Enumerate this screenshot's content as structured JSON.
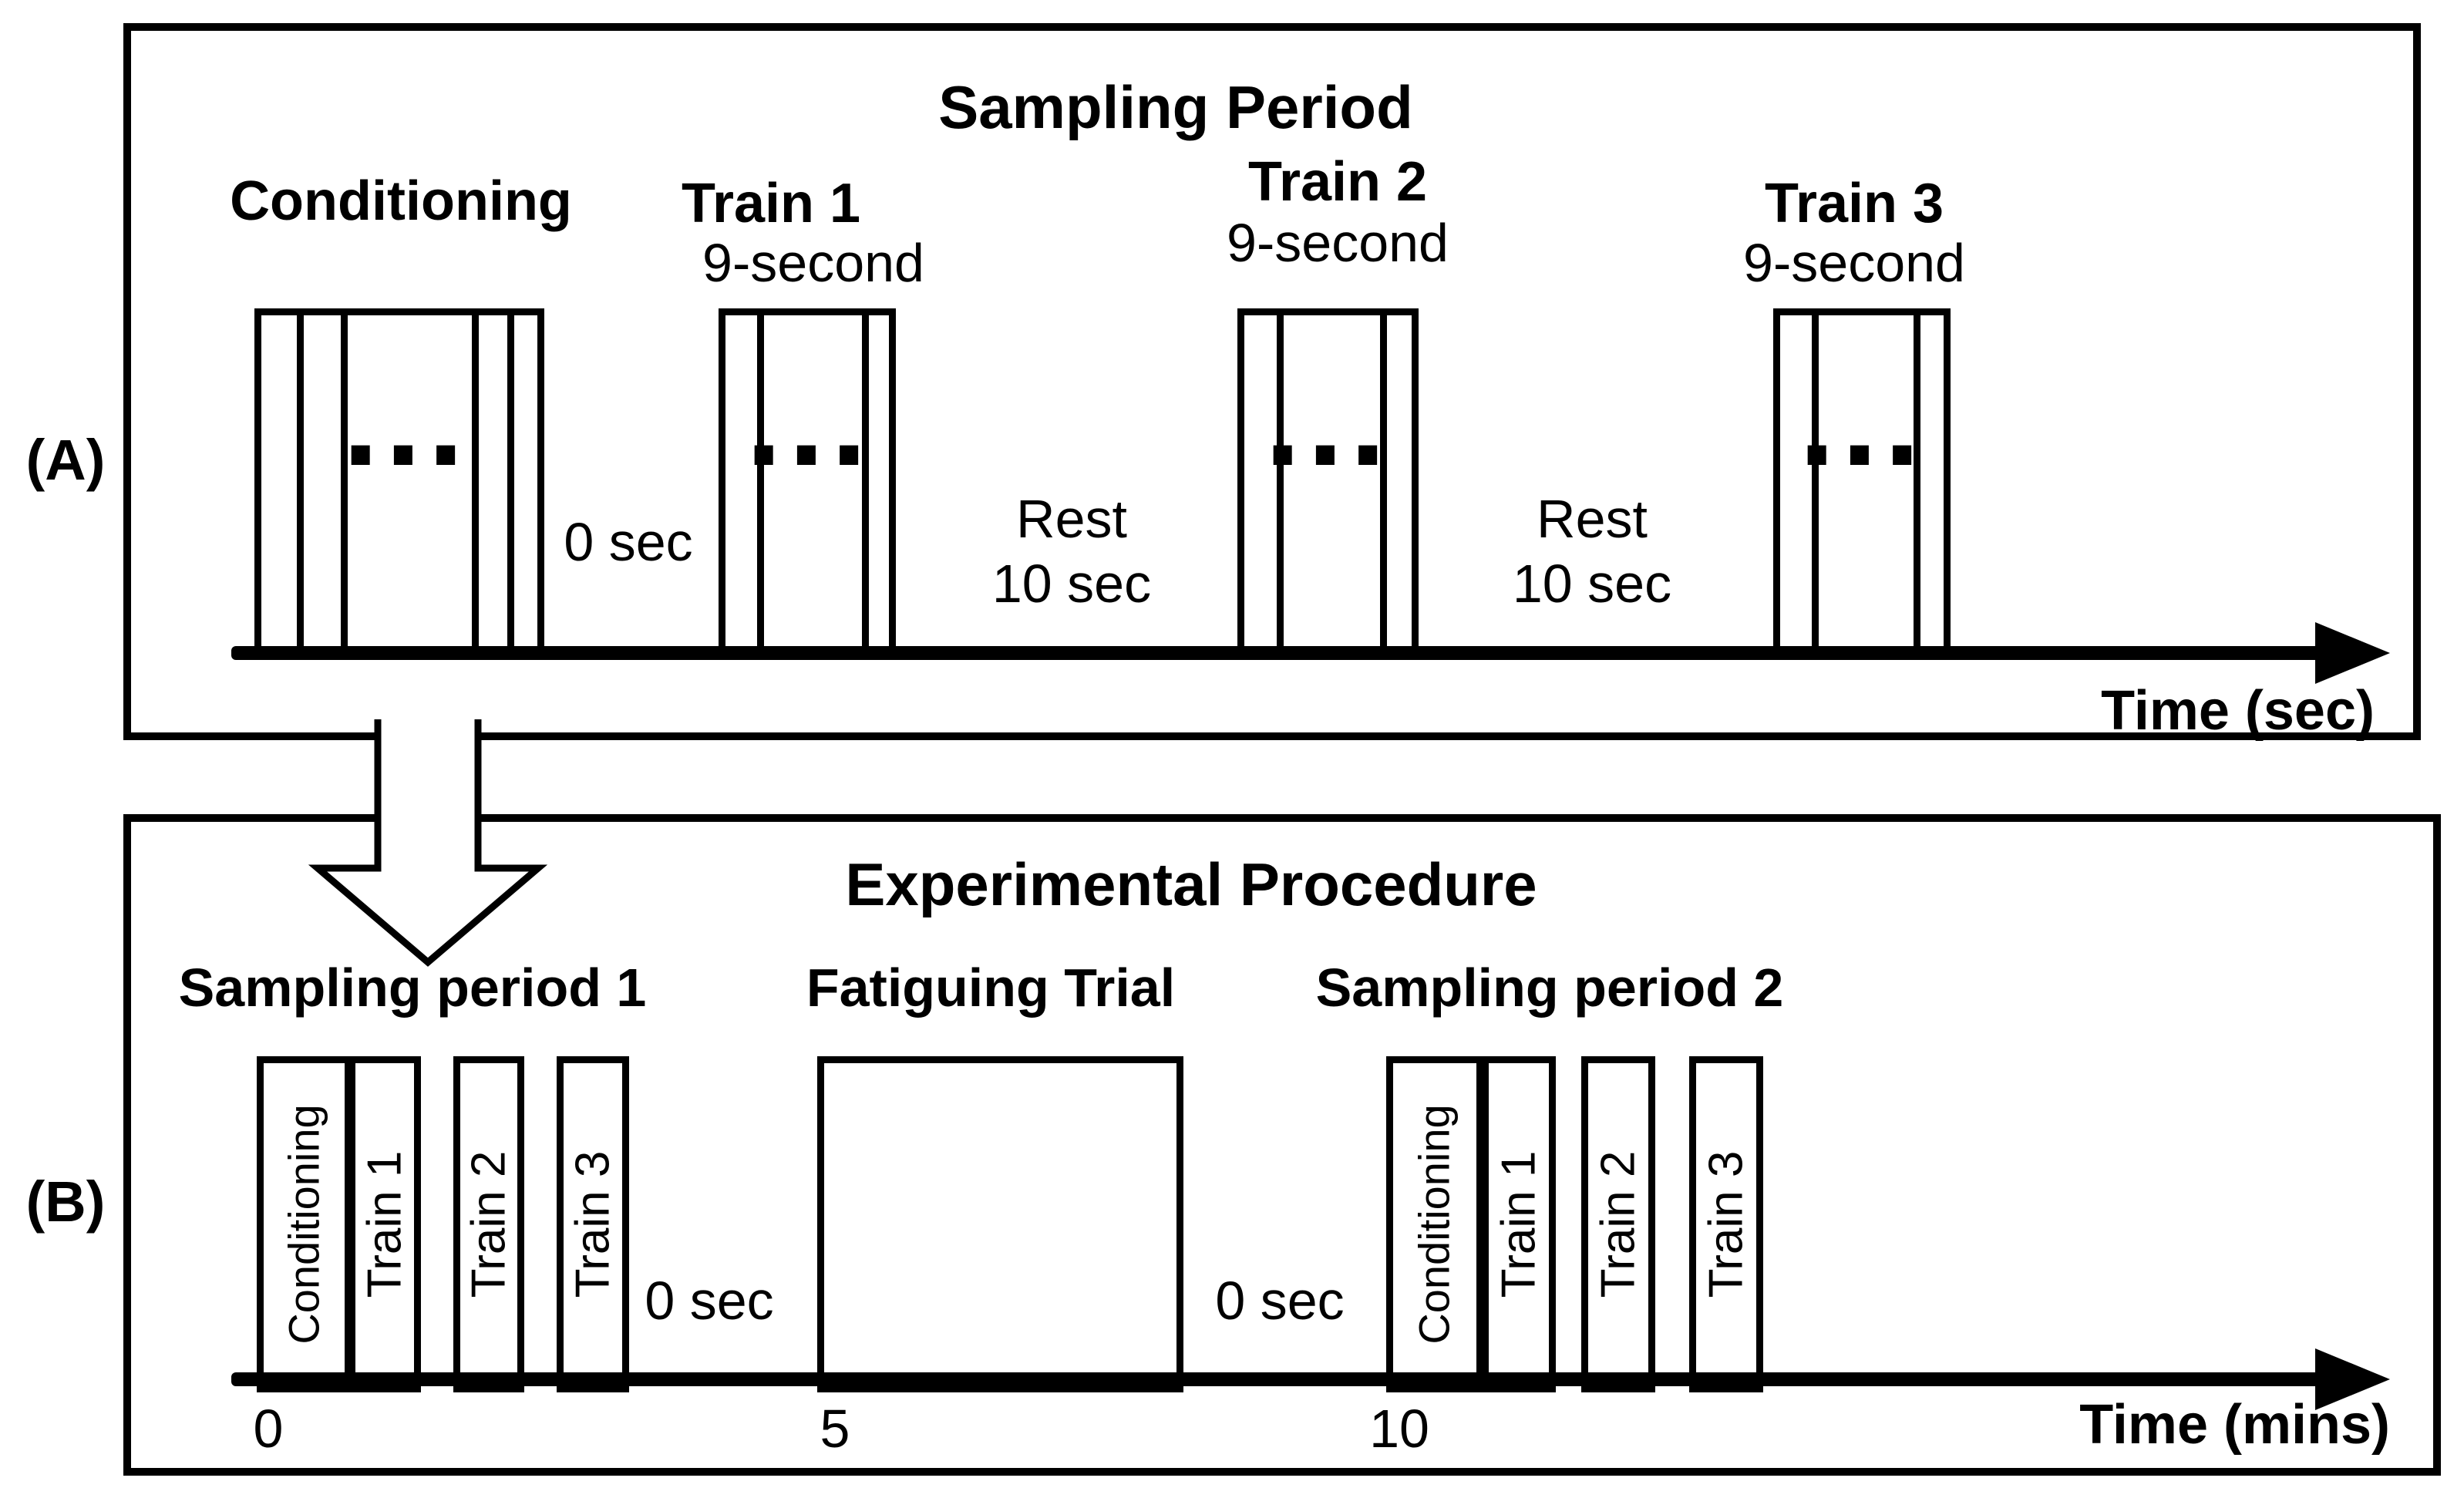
{
  "colors": {
    "ink": "#000000",
    "paper": "#ffffff"
  },
  "panel_a": {
    "tag": "(A)",
    "title": "Sampling Period",
    "conditioning": {
      "label": "Conditioning",
      "ellipsis": "..."
    },
    "trains": [
      {
        "label": "Train 1",
        "duration": "9-second",
        "ellipsis": "..."
      },
      {
        "label": "Train 2",
        "duration": "9-second",
        "ellipsis": "..."
      },
      {
        "label": "Train 3",
        "duration": "9-second",
        "ellipsis": "..."
      }
    ],
    "zero_label": "0 sec",
    "rests": [
      {
        "line1": "Rest",
        "line2": "10 sec"
      },
      {
        "line1": "Rest",
        "line2": "10 sec"
      }
    ],
    "axis_label": "Time (sec)"
  },
  "panel_b": {
    "tag": "(B)",
    "title": "Experimental Procedure",
    "sections": {
      "sampling1": "Sampling period 1",
      "fatiguing": "Fatiguing Trial",
      "sampling2": "Sampling period 2"
    },
    "groups": [
      {
        "bars": [
          "Conditioning",
          "Train 1",
          "Train 2",
          "Train 3"
        ],
        "zero_label": "0 sec"
      },
      {
        "bars": [
          "Conditioning",
          "Train 1",
          "Train 2",
          "Train 3"
        ],
        "zero_label": "0 sec"
      }
    ],
    "ticks": [
      "0",
      "5",
      "10"
    ],
    "axis_label": "Time (mins)"
  }
}
